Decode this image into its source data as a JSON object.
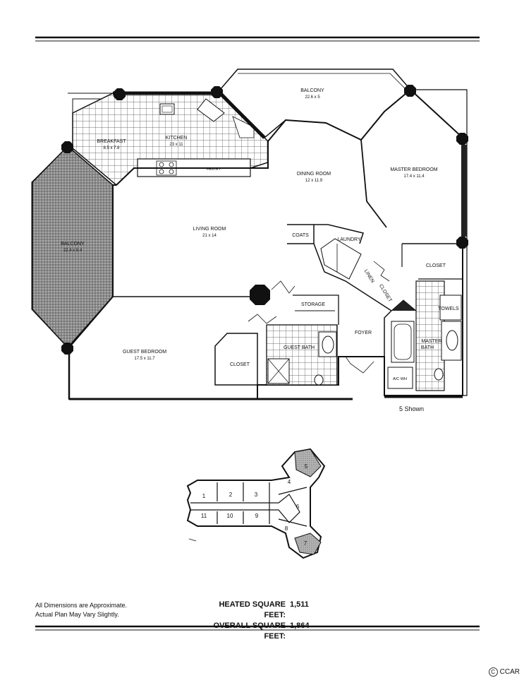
{
  "rooms": {
    "balcony_top": {
      "name": "BALCONY",
      "dim": "22.6 x 5"
    },
    "breakfast": {
      "name": "BREAKFAST",
      "dim": "8.5 x 7.8"
    },
    "kitchen": {
      "name": "KITCHEN",
      "dim": "23 x 11"
    },
    "pantry": {
      "name": "PANTRY"
    },
    "dining": {
      "name": "DINING ROOM",
      "dim": "12 x 11.9"
    },
    "master_bedroom": {
      "name": "MASTER BEDROOM",
      "dim": "17.4 x 11.4"
    },
    "balcony_left": {
      "name": "BALCONY",
      "dim": "22.4 x 8.4"
    },
    "living": {
      "name": "LIVING ROOM",
      "dim": "21 x 14"
    },
    "coats": {
      "name": "COATS"
    },
    "laundry": {
      "name": "LAUNDRY"
    },
    "linen": {
      "name": "LINEN"
    },
    "closet_linen": {
      "name": "CLOSET"
    },
    "closet_master": {
      "name": "CLOSET"
    },
    "towels": {
      "name": "TOWELS"
    },
    "storage": {
      "name": "STORAGE"
    },
    "foyer": {
      "name": "FOYER"
    },
    "master_bath": {
      "name": "MASTER",
      "name2": "BATH"
    },
    "guest_bath": {
      "name": "GUEST BATH"
    },
    "guest_bedroom": {
      "name": "GUEST BEDROOM",
      "dim": "17.5 x 11.7"
    },
    "closet_guest": {
      "name": "CLOSET"
    },
    "acwh": {
      "name": "A/C WH"
    }
  },
  "shown_note": "5 Shown",
  "units": [
    "1",
    "2",
    "3",
    "4",
    "5",
    "6",
    "7",
    "8",
    "9",
    "10",
    "11"
  ],
  "disclaimer": {
    "line1": "All Dimensions are Approximate.",
    "line2": "Actual Plan May Vary Slightly."
  },
  "sqft": {
    "heated_label": "HEATED SQUARE FEET:",
    "heated_value": "1,511",
    "overall_label": "OVERALL SQUARE FEET:",
    "overall_value": "1,864"
  },
  "ccar": "CCAR"
}
